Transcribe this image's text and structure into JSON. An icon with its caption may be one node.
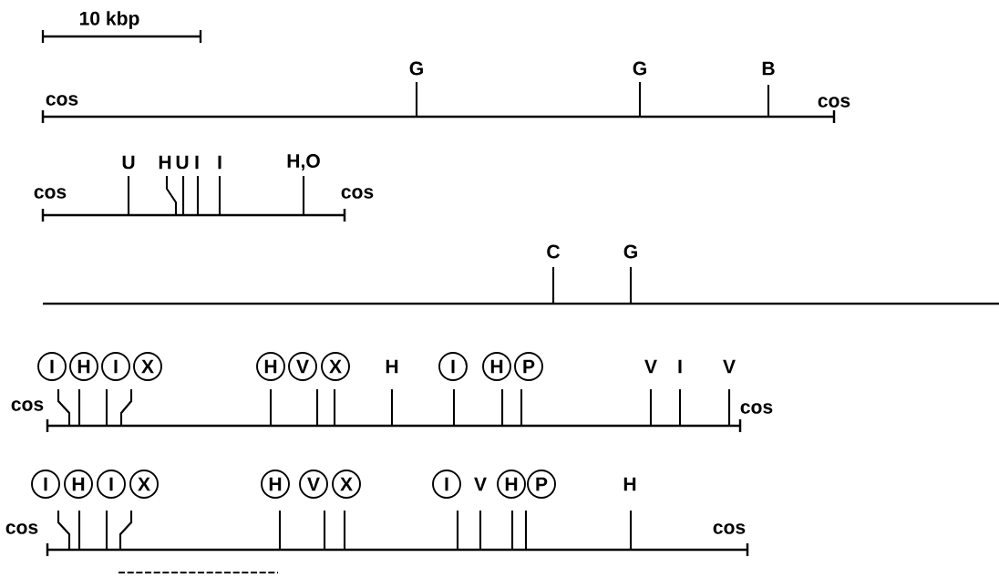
{
  "diagram": {
    "nodes": [
      {
        "text": [
          "I"
        ]
      },
      {
        "text": [
          "H"
        ]
      },
      {
        "text": [
          "I"
        ]
      },
      {
        "text": [
          "X"
        ]
      },
      {
        "text": [
          "H"
        ]
      },
      {
        "text": [
          "V"
        ]
      },
      {
        "text": [
          "X"
        ]
      },
      {
        "text": [
          "I"
        ]
      },
      {
        "text": [
          "H"
        ]
      },
      {
        "text": [
          "P"
        ]
      },
      {
        "text": [
          "I"
        ]
      },
      {
        "text": [
          "H"
        ]
      },
      {
        "text": [
          "I"
        ]
      },
      {
        "text": [
          "X"
        ]
      },
      {
        "text": [
          "H"
        ]
      },
      {
        "text": [
          "V"
        ]
      },
      {
        "text": [
          "X"
        ]
      },
      {
        "text": [
          "I"
        ]
      },
      {
        "text": [
          "H"
        ]
      },
      {
        "text": [
          "P"
        ]
      }
    ],
    "labels": [
      "10 kbp",
      "cos",
      "G",
      "G",
      "B",
      "cos",
      "U",
      "H",
      "U",
      "I",
      "I",
      "H,O",
      "cos",
      "cos",
      "C",
      "G",
      "H",
      "V",
      "I",
      "V",
      "cos",
      "cos",
      "V",
      "H",
      "cos",
      "cos"
    ]
  }
}
